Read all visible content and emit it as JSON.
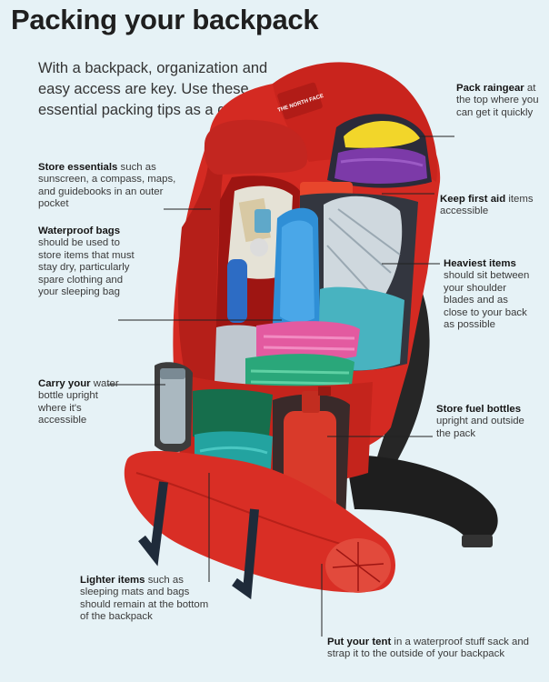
{
  "title": "Packing your backpack",
  "intro": "With a backpack, organization and easy access are key. Use these essential packing tips as a guide.",
  "brand": "THE NORTH FACE",
  "tips": {
    "raingear": {
      "bold": "Pack raingear",
      "rest": " at the top where you can get it quickly"
    },
    "essentials": {
      "bold": "Store essentials",
      "rest": " such as sunscreen, a compass, maps, and guidebooks in an outer pocket"
    },
    "first_aid": {
      "bold": "Keep first aid",
      "rest": " items accessible"
    },
    "waterproof": {
      "bold": "Waterproof bags",
      "rest": " should be used to store items that must stay dry, particularly spare clothing and your sleeping bag"
    },
    "heaviest": {
      "bold": "Heaviest items",
      "rest": " should sit between your shoulder blades and as close to your back as possible"
    },
    "water": {
      "bold": "Carry your",
      "rest": " water bottle upright where it's accessible"
    },
    "fuel": {
      "bold": "Store fuel bottles",
      "rest": " upright and outside the pack"
    },
    "lighter": {
      "bold": "Lighter items",
      "rest": " such as sleeping mats and bags should remain at the bottom of the backpack"
    },
    "tent": {
      "bold": "Put your tent",
      "rest": " in a waterproof stuff sack and strap it to the outside of your backpack"
    }
  },
  "colors": {
    "background": "#e6f2f6",
    "pack_red": "#d42a22",
    "pack_dark": "#9e1512",
    "frame": "#262626"
  }
}
